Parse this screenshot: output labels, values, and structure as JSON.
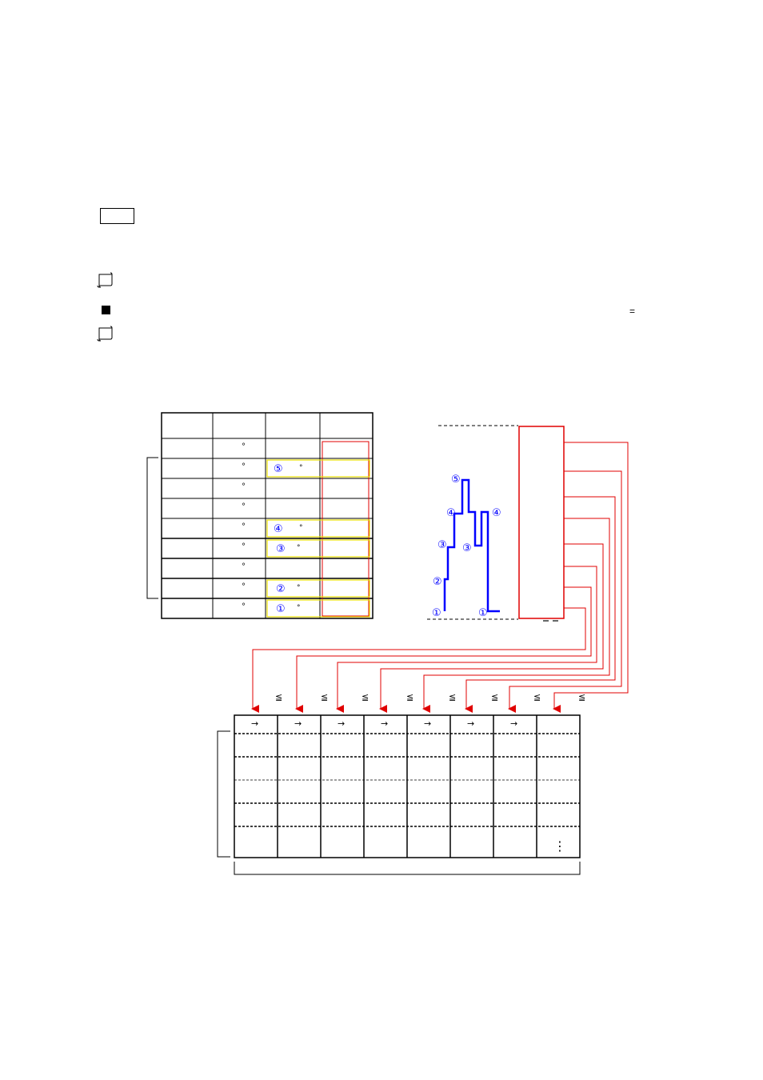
{
  "markers": {
    "degree": "°",
    "le": "≦",
    "arrow": "→",
    "equals": "=",
    "vdots": "⋮"
  },
  "left_table": {
    "rows": [
      {
        "num": "",
        "deg": false
      },
      {
        "num": "",
        "deg": true
      },
      {
        "num": "⑤",
        "deg": true,
        "mark_deg": true,
        "highlight": true
      },
      {
        "num": "",
        "deg": true
      },
      {
        "num": "",
        "deg": true
      },
      {
        "num": "④",
        "deg": true,
        "mark_deg": true,
        "highlight": true
      },
      {
        "num": "③",
        "deg": true,
        "mark_deg": true,
        "highlight": true
      },
      {
        "num": "",
        "deg": true
      },
      {
        "num": "②",
        "deg": true,
        "mark_deg": true,
        "highlight": true
      },
      {
        "num": "①",
        "deg": true,
        "mark_deg": true,
        "highlight": true
      }
    ]
  },
  "profile": {
    "labels": [
      "①",
      "②",
      "③",
      "④",
      "⑤",
      "④",
      "③",
      "①"
    ],
    "line_color": "#0000ff",
    "label_color": "#0000ff"
  },
  "colors": {
    "red": "#e00000",
    "yellow": "#e8e000",
    "blue": "#0000ff"
  },
  "bottom_table": {
    "columns": 8,
    "header_arrows": [
      "→",
      "→",
      "→",
      "→",
      "→",
      "→",
      "→",
      ""
    ],
    "le_marks": [
      "≦",
      "≦",
      "≦",
      "≦",
      "≦",
      "≦",
      "≦",
      "≦"
    ],
    "body_rows": 5
  },
  "icons": [
    "scroll-icon",
    "black-square-icon",
    "scroll-icon"
  ]
}
